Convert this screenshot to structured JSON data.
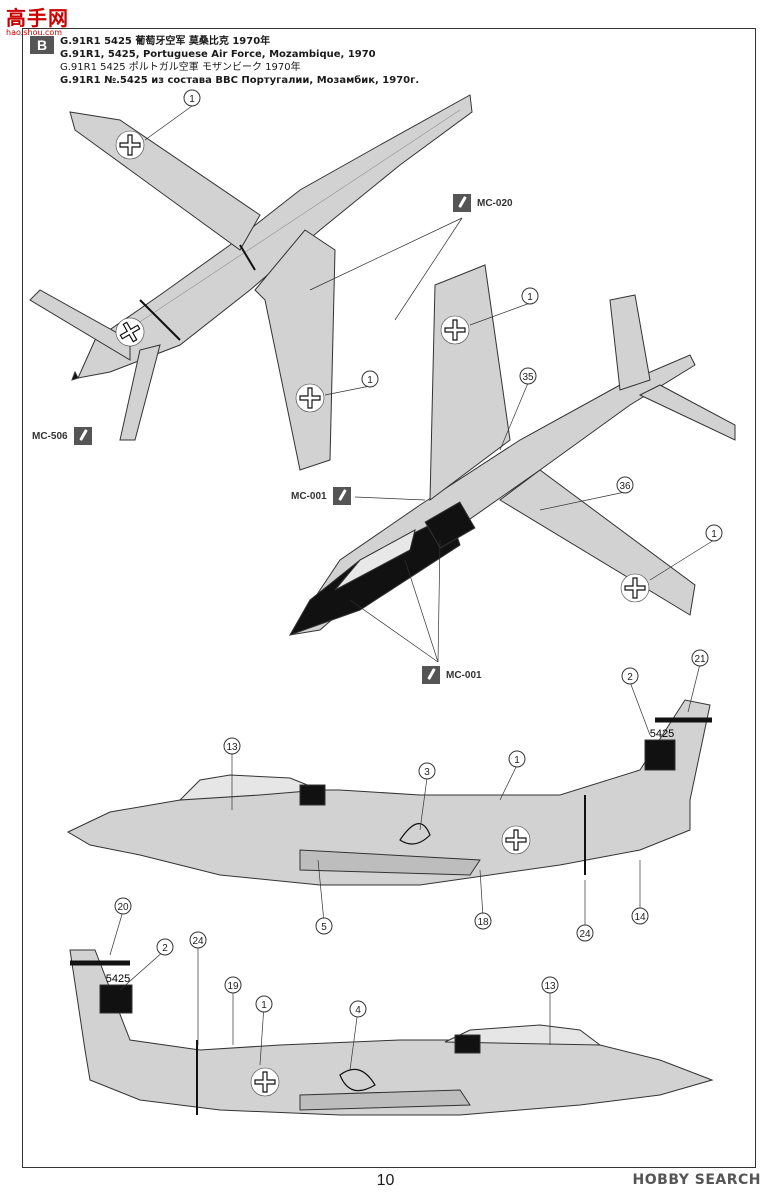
{
  "watermark_top": {
    "main": "高手网",
    "sub": "hao.shou.com"
  },
  "scheme_letter": "B",
  "header": {
    "line1": "G.91R1  5425 葡萄牙空军 莫桑比克 1970年",
    "line2": "G.91R1, 5425, Portuguese Air Force, Mozambique, 1970",
    "line3": "G.91R1 5425 ポルトガル空軍 モザンビーク 1970年",
    "line4": "G.91R1 №.5425 из состава ВВС Португалии, Мозамбик, 1970г."
  },
  "paints": {
    "mc020": "MC-020",
    "mc506": "MC-506",
    "mc001a": "MC-001",
    "mc001b": "MC-001"
  },
  "callouts": {
    "c1a": "1",
    "c1b": "1",
    "c1c": "1",
    "c35": "35",
    "c36": "36",
    "c1d": "1",
    "c2a": "2",
    "c21": "21",
    "c13a": "13",
    "c3": "3",
    "c1e": "1",
    "c5": "5",
    "c18": "18",
    "c24a": "24",
    "c14": "14",
    "c20": "20",
    "c2b": "2",
    "c24b": "24",
    "c19": "19",
    "c1f": "1",
    "c4": "4",
    "c13b": "13"
  },
  "tail_code": "5425",
  "page_number": "10",
  "watermark_bottom": "HOBBY SEARCH",
  "colors": {
    "paint_fill": "#d2d2d2",
    "black_panel": "#1a1a1a"
  }
}
